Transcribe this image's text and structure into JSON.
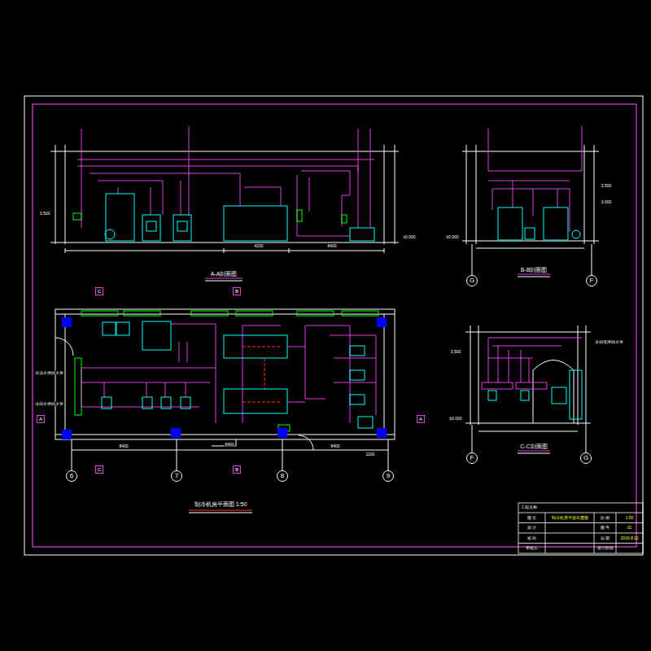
{
  "diagram": {
    "nodes": [
      {
        "text": [
          "6"
        ]
      },
      {
        "text": [
          "7"
        ]
      },
      {
        "text": [
          "8"
        ]
      },
      {
        "text": [
          "9"
        ]
      },
      {
        "text": [
          "G"
        ]
      },
      {
        "text": [
          "F"
        ]
      },
      {
        "text": [
          "F"
        ]
      },
      {
        "text": [
          "G"
        ]
      },
      {
        "text": [
          "C"
        ]
      },
      {
        "text": [
          "B"
        ]
      },
      {
        "text": [
          "A"
        ]
      },
      {
        "text": [
          "A"
        ]
      },
      {
        "text": [
          "C"
        ]
      },
      {
        "text": [
          "B"
        ]
      },
      {
        "text": [
          "工程名称"
        ]
      },
      {
        "text": [
          "图 名"
        ],
        "in": 14
      },
      {
        "text": [
          "制冷机房平面布置图"
        ],
        "in": 14
      },
      {
        "text": [
          "比 例"
        ],
        "in": 14
      },
      {
        "text": [
          "1:50"
        ],
        "in": 14
      },
      {
        "text": [
          "设 计"
        ],
        "in": 14
      },
      {
        "text": [
          "图 号"
        ],
        "in": 14
      },
      {
        "text": [
          "01"
        ],
        "in": 14
      },
      {
        "text": [
          "校 对"
        ],
        "in": 14
      },
      {
        "text": [
          "日 期"
        ],
        "in": 14
      },
      {
        "text": [
          "2016.8.10"
        ],
        "in": 14
      },
      {
        "text": [
          "审核人"
        ],
        "in": 14
      },
      {
        "text": [
          "设计阶段"
        ],
        "in": 14
      }
    ],
    "labels": [
      "A-A剖面图",
      "B-B剖面图",
      "C-C剖面图",
      "制冷机房平面图 1:50",
      "4200",
      "8400",
      "±0.000",
      "3.500",
      "8400",
      "8400",
      "8400",
      "1100",
      "±0.000",
      "3.500",
      "3.000",
      "冷冻水供回水管",
      "冷却水供回水管",
      "冷却塔供回水管",
      "±0.000",
      "3.500"
    ]
  }
}
